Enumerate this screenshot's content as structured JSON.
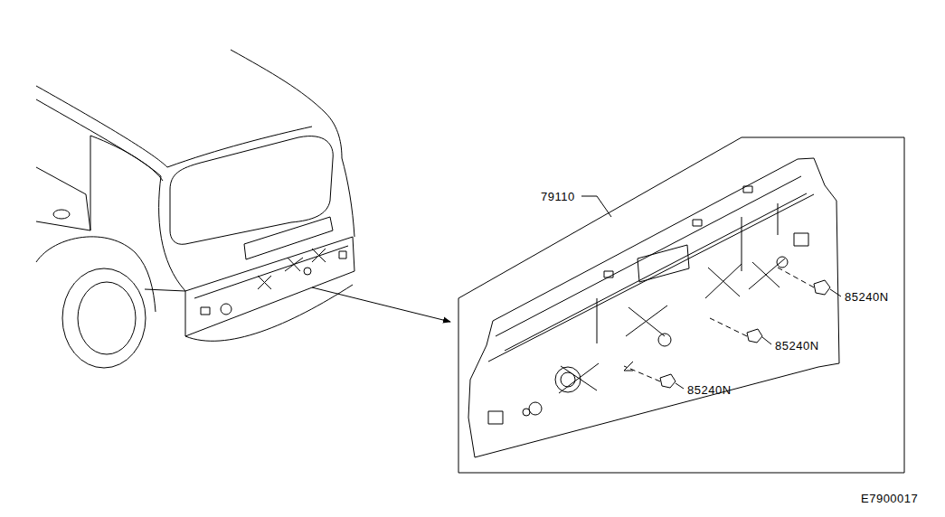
{
  "diagram": {
    "labels": [
      "79110",
      "85240N",
      "85240N",
      "85240N",
      "E7900017"
    ]
  }
}
